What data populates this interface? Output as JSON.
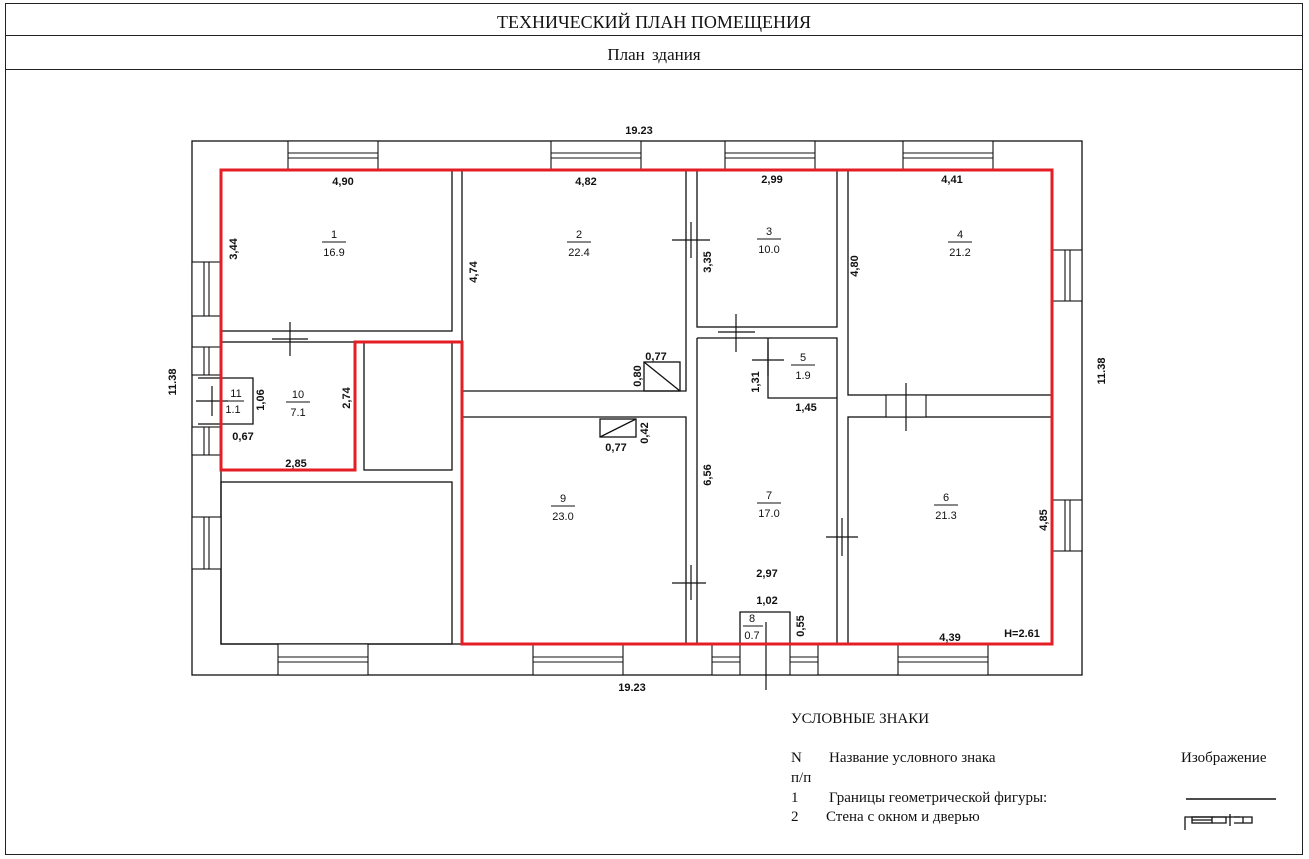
{
  "header": {
    "title": "ТЕХНИЧЕСКИЙ ПЛАН ПОМЕЩЕНИЯ",
    "subtitle": "План  здания"
  },
  "plan": {
    "overall": {
      "top": "19.23",
      "bottom": "19.23",
      "left": "11.38",
      "right": "11.38"
    },
    "rooms": [
      {
        "num": "1",
        "area": "16.9"
      },
      {
        "num": "2",
        "area": "22.4"
      },
      {
        "num": "3",
        "area": "10.0"
      },
      {
        "num": "4",
        "area": "21.2"
      },
      {
        "num": "5",
        "area": "1.9"
      },
      {
        "num": "6",
        "area": "21.3"
      },
      {
        "num": "7",
        "area": "17.0"
      },
      {
        "num": "8",
        "area": "0.7"
      },
      {
        "num": "9",
        "area": "23.0"
      },
      {
        "num": "10",
        "area": "7.1"
      },
      {
        "num": "11",
        "area": "1.1"
      }
    ],
    "dims": {
      "d490": "4,90",
      "d482": "4,82",
      "d299": "2,99",
      "d441": "4,41",
      "d344": "3,44",
      "d474": "4,74",
      "d335": "3,35",
      "d480": "4,80",
      "d077a": "0,77",
      "d080": "0,80",
      "d131": "1,31",
      "d145": "1,45",
      "d106": "1,06",
      "d274": "2,74",
      "d067": "0,67",
      "d285": "2,85",
      "d077b": "0,77",
      "d042": "0,42",
      "d656": "6,56",
      "d297": "2,97",
      "d102": "1,02",
      "d055": "0,55",
      "d485": "4,85",
      "d439": "4,39",
      "height": "H=2.61"
    },
    "colors": {
      "boundary": "#e31e24",
      "wall": "#111111"
    }
  },
  "legend": {
    "title": "УСЛОВНЫЕ ЗНАКИ",
    "col_n": "N",
    "col_pp": "п/п",
    "col_name": "Название условного знака",
    "col_image": "Изображение",
    "items": [
      {
        "n": "1",
        "name": "Границы геометрической фигуры:"
      },
      {
        "n": "2",
        "name": "Стена с окном и дверью"
      }
    ]
  }
}
